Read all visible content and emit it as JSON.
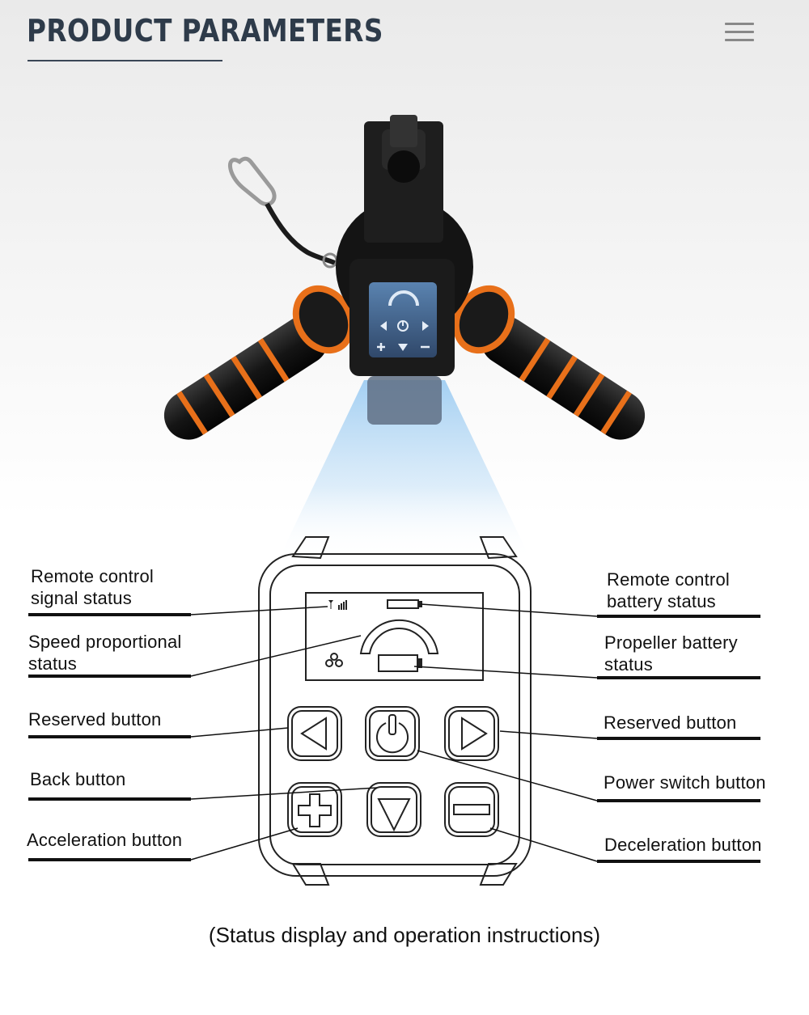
{
  "header": {
    "title": "PRODUCT PARAMETERS",
    "menu_icon": "hamburger-menu-icon"
  },
  "labels": {
    "remote_signal": [
      "Remote control",
      "signal status"
    ],
    "speed_status": [
      "Speed proportional",
      "status"
    ],
    "reserved_left": "Reserved button",
    "back_button": "Back button",
    "acceleration_button": "Acceleration button",
    "remote_battery": [
      "Remote control",
      "battery status"
    ],
    "propeller_battery": [
      "Propeller battery",
      "status"
    ],
    "reserved_right": "Reserved button",
    "power_button": "Power switch button",
    "deceleration_button": "Deceleration button"
  },
  "caption": "(Status display and operation instructions)",
  "colors": {
    "title": "#2e3b4a",
    "accent_orange": "#e8701a",
    "glow_blue": "#8ec3ef"
  }
}
